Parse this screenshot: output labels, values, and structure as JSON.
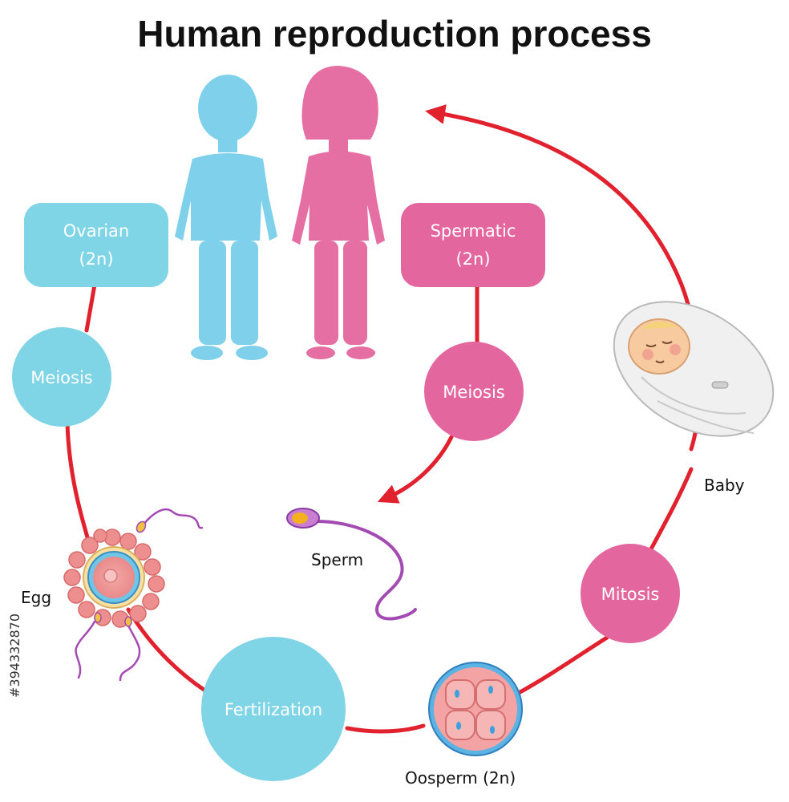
{
  "title": "Human reproduction process",
  "colors": {
    "blue": "#7fd4e6",
    "pink": "#e4669f",
    "arrow": "#e1212e",
    "male_silhouette": "#7fd0ea",
    "female_silhouette": "#e56fa2"
  },
  "nodes": {
    "ovarian": {
      "line1": "Ovarian",
      "line2": "(2n)"
    },
    "spermatic": {
      "line1": "Spermatic",
      "line2": "(2n)"
    },
    "meiosis_left": "Meiosis",
    "meiosis_right": "Meiosis",
    "fertilization": "Fertilization",
    "mitosis": "Mitosis"
  },
  "labels": {
    "egg": "Egg",
    "sperm": "Sperm",
    "oosperm": "Oosperm (2n)",
    "baby": "Baby"
  },
  "side_id": "#394332870",
  "icons": [
    "male-silhouette-icon",
    "female-silhouette-icon",
    "egg-cell-icon",
    "sperm-icon",
    "oosperm-icon",
    "baby-icon"
  ]
}
